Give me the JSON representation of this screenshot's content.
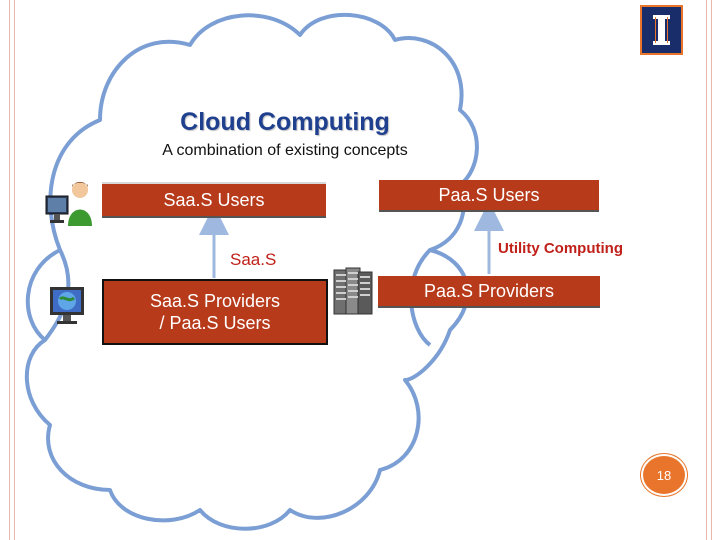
{
  "slide": {
    "title": "Cloud Computing",
    "subtitle": "A combination of existing concepts",
    "page_number": "18"
  },
  "boxes": {
    "saas_users": "Saa.S Users",
    "paas_users": "Paa.S Users",
    "saas_providers_line1": "Saa.S Providers",
    "saas_providers_line2": "/ Paa.S Users",
    "paas_providers": "Paa.S Providers"
  },
  "relations": {
    "saas": "Saa.S",
    "utility_computing": "Utility Computing"
  },
  "icons": [
    "user-at-computer-icon",
    "globe-computer-icon",
    "server-rack-icon",
    "university-logo-icon"
  ],
  "colors": {
    "box_fill": "#b73a1a",
    "title": "#1f3f8f",
    "cloud_stroke": "#7b9fd4",
    "arrow": "#9fb8e0",
    "badge": "#e8752b"
  }
}
